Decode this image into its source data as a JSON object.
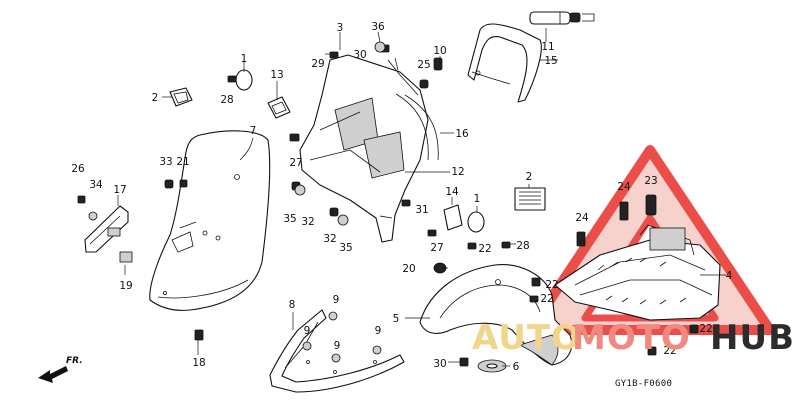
{
  "diagram": {
    "code": "GY1B-F0600",
    "direction_label": "FR.",
    "watermark": {
      "left": "AUTO",
      "middle": "MOTO",
      "right": "HUB",
      "colors": {
        "auto": "#f0d58a",
        "moto": "#f08a80",
        "hub": "#2c2c2c",
        "triangle": "#e8302a"
      }
    },
    "callouts": {
      "c1a": "1",
      "c1b": "1",
      "c2a": "2",
      "c2b": "2",
      "c3": "3",
      "c4": "4",
      "c5": "5",
      "c6": "6",
      "c7": "7",
      "c8": "8",
      "c9a": "9",
      "c9b": "9",
      "c9c": "9",
      "c9d": "9",
      "c10": "10",
      "c11": "11",
      "c12": "12",
      "c13": "13",
      "c14": "14",
      "c15": "15",
      "c16": "16",
      "c17": "17",
      "c18": "18",
      "c19": "19",
      "c20": "20",
      "c21": "21",
      "c22a": "22",
      "c22b": "22",
      "c22c": "22",
      "c22d": "22",
      "c22e": "22",
      "c23": "23",
      "c24a": "24",
      "c24b": "24",
      "c25": "25",
      "c26": "26",
      "c27a": "27",
      "c27b": "27",
      "c28a": "28",
      "c28b": "28",
      "c29": "29",
      "c30a": "30",
      "c30b": "30",
      "c31": "31",
      "c32a": "32",
      "c32b": "32",
      "c33": "33",
      "c34": "34",
      "c35a": "35",
      "c35b": "35",
      "c36": "36"
    }
  }
}
